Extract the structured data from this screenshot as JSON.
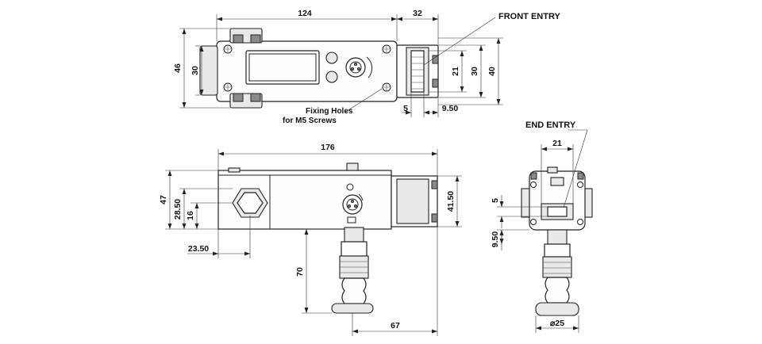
{
  "labels": {
    "front_entry": "FRONT ENTRY",
    "end_entry": "END ENTRY",
    "fixing_holes_line1": "Fixing Holes",
    "fixing_holes_line2": "for M5 Screws"
  },
  "dims": {
    "top_width": "124",
    "top_connector": "32",
    "top_height": "46",
    "top_inner_height": "30",
    "conn_21": "21",
    "conn_30": "30",
    "conn_40": "40",
    "conn_5": "5",
    "conn_950": "9.50",
    "side_width": "176",
    "side_height": "47",
    "side_2850": "28.50",
    "side_16": "16",
    "side_2350": "23.50",
    "side_4150": "41.50",
    "side_70": "70",
    "side_67": "67",
    "end_21": "21",
    "end_5": "5",
    "end_950": "9.50",
    "end_dia": "⌀25"
  }
}
